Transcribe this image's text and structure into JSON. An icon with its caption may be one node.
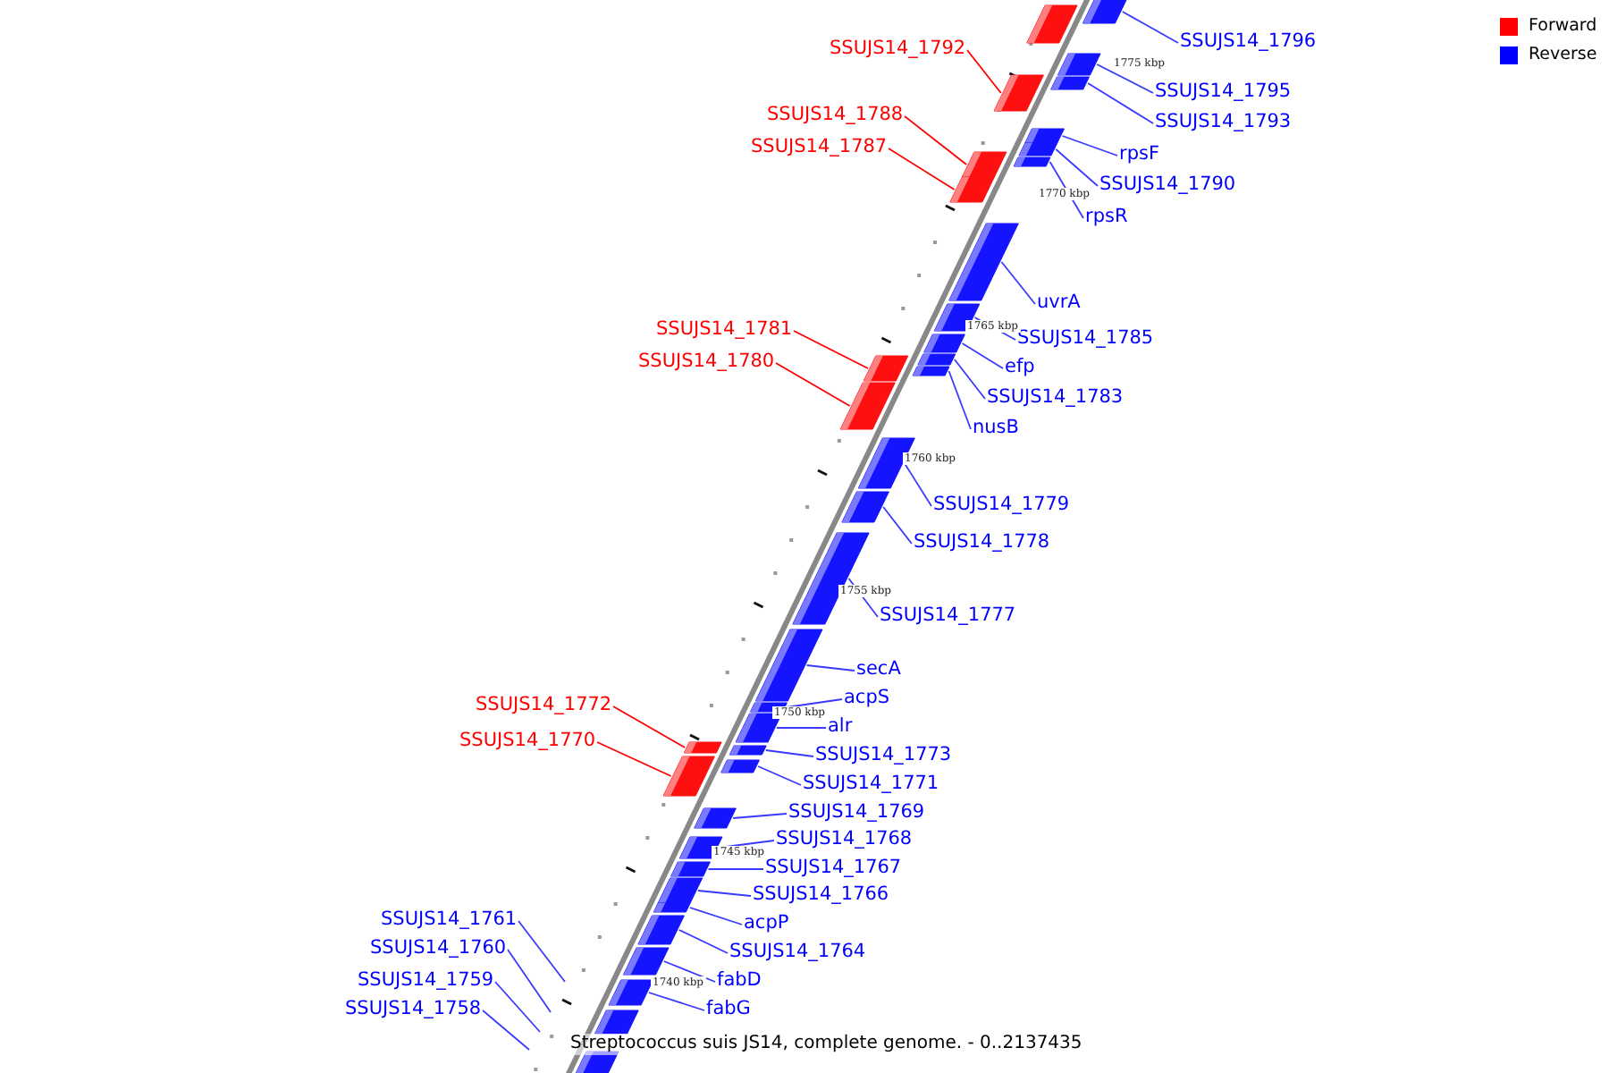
{
  "diagram": {
    "caption": "Streptococcus suis JS14, complete genome. - 0..2137435",
    "nodes": [
      {
        "text": [
          "SSUJS14_1796"
        ]
      },
      {
        "text": [
          "SSUJS14_1792"
        ]
      },
      {
        "text": [
          "SSUJS14_1795"
        ]
      },
      {
        "text": [
          "SSUJS14_1793"
        ]
      },
      {
        "text": [
          "SSUJS14_1788"
        ]
      },
      {
        "text": [
          "SSUJS14_1787"
        ]
      },
      {
        "text": [
          "rpsF"
        ]
      },
      {
        "text": [
          "SSUJS14_1790"
        ]
      },
      {
        "text": [
          "rpsR"
        ]
      },
      {
        "text": [
          "uvrA"
        ]
      },
      {
        "text": [
          "SSUJS14_1781"
        ]
      },
      {
        "text": [
          "SSUJS14_1785"
        ]
      },
      {
        "text": [
          "SSUJS14_1780"
        ]
      },
      {
        "text": [
          "efp"
        ]
      },
      {
        "text": [
          "SSUJS14_1783"
        ]
      },
      {
        "text": [
          "nusB"
        ]
      },
      {
        "text": [
          "SSUJS14_1779"
        ]
      },
      {
        "text": [
          "SSUJS14_1778"
        ]
      },
      {
        "text": [
          "SSUJS14_1777"
        ]
      },
      {
        "text": [
          "secA"
        ]
      },
      {
        "text": [
          "acpS"
        ]
      },
      {
        "text": [
          "SSUJS14_1772"
        ]
      },
      {
        "text": [
          "alr"
        ]
      },
      {
        "text": [
          "SSUJS14_1770"
        ]
      },
      {
        "text": [
          "SSUJS14_1773"
        ]
      },
      {
        "text": [
          "SSUJS14_1771"
        ]
      },
      {
        "text": [
          "SSUJS14_1769"
        ]
      },
      {
        "text": [
          "SSUJS14_1768"
        ]
      },
      {
        "text": [
          "SSUJS14_1767"
        ]
      },
      {
        "text": [
          "SSUJS14_1766"
        ]
      },
      {
        "text": [
          "SSUJS14_1761"
        ]
      },
      {
        "text": [
          "acpP"
        ]
      },
      {
        "text": [
          "SSUJS14_1760"
        ]
      },
      {
        "text": [
          "SSUJS14_1764"
        ]
      },
      {
        "text": [
          "SSUJS14_1759"
        ]
      },
      {
        "text": [
          "fabD"
        ]
      },
      {
        "text": [
          "SSUJS14_1758"
        ]
      },
      {
        "text": [
          "fabG"
        ]
      },
      {
        "text": [],
        "shape": "box"
      },
      {
        "text": [],
        "shape": "box"
      },
      {
        "text": [],
        "shape": "box"
      },
      {
        "text": [],
        "shape": "box"
      },
      {
        "text": [],
        "shape": "box"
      },
      {
        "text": [],
        "shape": "box"
      },
      {
        "text": [],
        "shape": "box"
      },
      {
        "text": [],
        "shape": "box"
      },
      {
        "text": [],
        "shape": "box"
      },
      {
        "text": [],
        "shape": "box"
      },
      {
        "text": [],
        "shape": "box"
      },
      {
        "text": [],
        "shape": "box"
      },
      {
        "text": [],
        "shape": "box"
      },
      {
        "text": [],
        "shape": "box"
      },
      {
        "text": [],
        "shape": "box"
      },
      {
        "text": [],
        "shape": "box"
      },
      {
        "text": [],
        "shape": "box"
      },
      {
        "text": [],
        "shape": "box"
      },
      {
        "text": [],
        "shape": "box"
      },
      {
        "text": [],
        "shape": "box"
      },
      {
        "text": [],
        "shape": "box"
      },
      {
        "text": [],
        "shape": "box"
      },
      {
        "text": [],
        "shape": "box"
      },
      {
        "text": [],
        "shape": "box"
      },
      {
        "text": [],
        "shape": "box"
      },
      {
        "text": [],
        "shape": "box"
      },
      {
        "text": [],
        "shape": "box"
      },
      {
        "text": [],
        "shape": "box"
      },
      {
        "text": [],
        "shape": "box"
      },
      {
        "text": [],
        "shape": "box"
      },
      {
        "text": [],
        "shape": "box"
      },
      {
        "text": [],
        "shape": "box"
      },
      {
        "text": [],
        "shape": "box"
      },
      {
        "text": [],
        "shape": "box"
      },
      {
        "text": [],
        "shape": "box"
      },
      {
        "text": [],
        "shape": "box"
      },
      {
        "text": [],
        "shape": "box"
      }
    ],
    "edges": [
      {
        "from": 0,
        "to": 38,
        "arrow": "none"
      },
      {
        "from": 1,
        "to": 41,
        "arrow": "none",
        "color": "#ff0000"
      },
      {
        "from": 2,
        "to": 40,
        "arrow": "none"
      },
      {
        "from": 3,
        "to": 42,
        "arrow": "none"
      },
      {
        "from": 4,
        "to": 45,
        "arrow": "none",
        "color": "#ff0000"
      },
      {
        "from": 5,
        "to": 47,
        "arrow": "none",
        "color": "#ff0000"
      },
      {
        "from": 6,
        "to": 43,
        "arrow": "none"
      },
      {
        "from": 7,
        "to": 44,
        "arrow": "none"
      },
      {
        "from": 8,
        "to": 46,
        "arrow": "none"
      },
      {
        "from": 9,
        "to": 48,
        "arrow": "none"
      },
      {
        "from": 10,
        "to": 51,
        "arrow": "none",
        "color": "#ff0000"
      },
      {
        "from": 11,
        "to": 49,
        "arrow": "none"
      },
      {
        "from": 12,
        "to": 54,
        "arrow": "none",
        "color": "#ff0000"
      },
      {
        "from": 13,
        "to": 50,
        "arrow": "none"
      },
      {
        "from": 14,
        "to": 52,
        "arrow": "none"
      },
      {
        "from": 15,
        "to": 53,
        "arrow": "none"
      },
      {
        "from": 16,
        "to": 55,
        "arrow": "none"
      },
      {
        "from": 17,
        "to": 56,
        "arrow": "none"
      },
      {
        "from": 18,
        "to": 57,
        "arrow": "none"
      },
      {
        "from": 19,
        "to": 58,
        "arrow": "none"
      },
      {
        "from": 20,
        "to": 59,
        "arrow": "none"
      },
      {
        "from": 21,
        "to": 61,
        "arrow": "none",
        "color": "#ff0000"
      },
      {
        "from": 22,
        "to": 60,
        "arrow": "none"
      },
      {
        "from": 23,
        "to": 63,
        "arrow": "none",
        "color": "#ff0000"
      },
      {
        "from": 24,
        "to": 62,
        "arrow": "none"
      },
      {
        "from": 25,
        "to": 64,
        "arrow": "none"
      },
      {
        "from": 26,
        "to": 65,
        "arrow": "none"
      },
      {
        "from": 27,
        "to": 66,
        "arrow": "none"
      },
      {
        "from": 28,
        "to": 67,
        "arrow": "none"
      },
      {
        "from": 29,
        "to": 68,
        "arrow": "none"
      },
      {
        "from": 30,
        "to": null,
        "arrow": "none"
      },
      {
        "from": 31,
        "to": 69,
        "arrow": "none"
      },
      {
        "from": 32,
        "to": null,
        "arrow": "none"
      },
      {
        "from": 33,
        "to": 70,
        "arrow": "none"
      },
      {
        "from": 34,
        "to": null,
        "arrow": "none"
      },
      {
        "from": 35,
        "to": 71,
        "arrow": "none"
      },
      {
        "from": 36,
        "to": null,
        "arrow": "none"
      },
      {
        "from": 37,
        "to": 72,
        "arrow": "none"
      }
    ],
    "labels": [
      "1775 kbp",
      "1770 kbp",
      "1765 kbp",
      "1760 kbp",
      "1755 kbp",
      "1750 kbp",
      "1745 kbp",
      "1740 kbp"
    ],
    "legend": [
      {
        "text": "Forward",
        "color": "#ff0000"
      },
      {
        "text": "Reverse",
        "color": "#0000ff"
      }
    ]
  }
}
